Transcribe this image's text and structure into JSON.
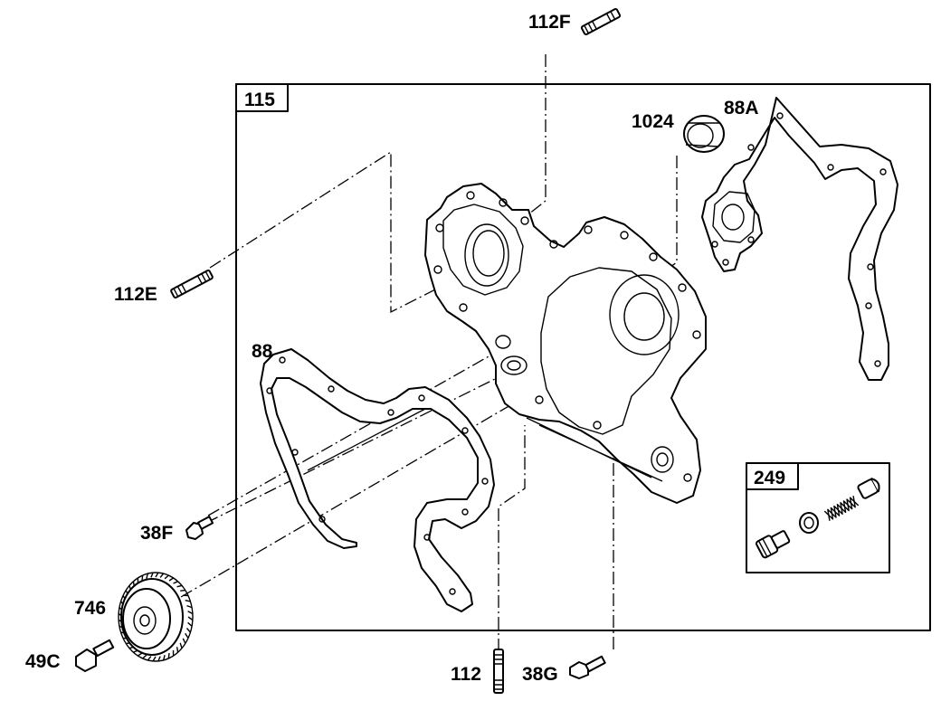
{
  "box_labels": {
    "assembly": "115",
    "valve_kit": "249"
  },
  "callouts": {
    "stud_top": "112F",
    "seal": "1024",
    "gasket_right": "88A",
    "stud_left": "112E",
    "gasket_left": "88",
    "bolt_38f": "38F",
    "gear": "746",
    "bolt_49c": "49C",
    "stud_bottom": "112",
    "bolt_38g": "38G"
  }
}
